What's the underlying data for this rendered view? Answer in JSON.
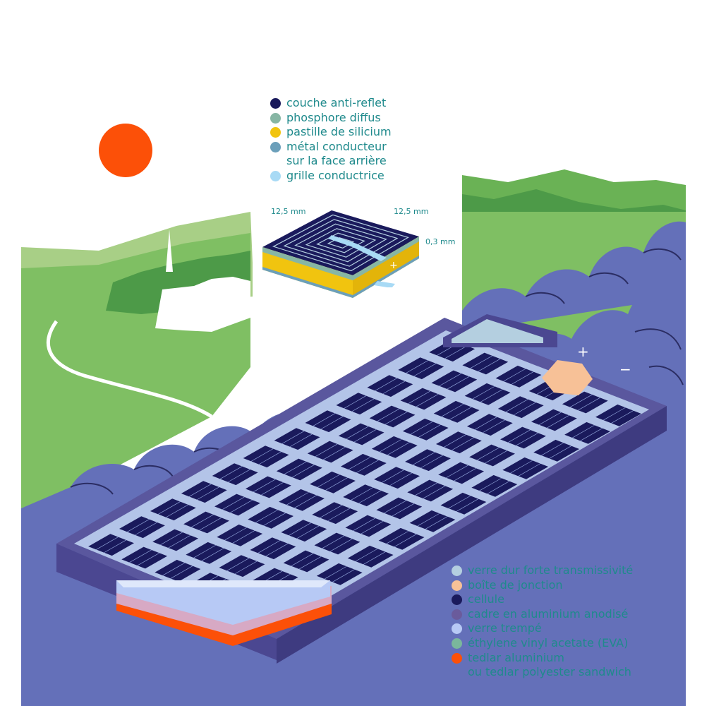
{
  "colors": {
    "sun": "#fc5008",
    "field": "#7fbf63",
    "field_light": "#a8cf86",
    "forest": "#5aa34e",
    "hedge": "#6470b9",
    "frame_dark": "#4b4791",
    "frame_side": "#5a579e",
    "frame_top": "#6a69ac",
    "glass_rim": "#b3c4e8",
    "cell": "#1a1a5c",
    "junction_box": "#f7c197",
    "text_teal": "#1f8a8c"
  },
  "cell_detail": {
    "dim_width": "12,5 mm",
    "dim_depth": "12,5 mm",
    "dim_thickness": "0,3 mm",
    "plus_sign": "+",
    "minus_sign": "−"
  },
  "panel": {
    "plus_sign": "+",
    "minus_sign": "−"
  },
  "legend_cell": [
    {
      "label": "couche anti-reflet",
      "color": "#1a1a5c"
    },
    {
      "label": "phosphore diffus",
      "color": "#87b6a4"
    },
    {
      "label": "pastille de silicium",
      "color": "#f1c40f"
    },
    {
      "label": "métal conducteur",
      "label2": "sur la face arrière",
      "color": "#6b9fba"
    },
    {
      "label": "grille conductrice",
      "color": "#a8daf5"
    }
  ],
  "legend_module": [
    {
      "label": "verre dur forte transmissivité",
      "color": "#b4cfe0"
    },
    {
      "label": "boîte de jonction",
      "color": "#f7c197"
    },
    {
      "label": "cellule",
      "color": "#1a1a5c"
    },
    {
      "label": "cadre en aluminium anodisé",
      "color": "#6a5b9c"
    },
    {
      "label": "verre trempé",
      "color": "#b7c9f5"
    },
    {
      "label": "éthylene vinyl acetate (EVA)",
      "color": "#7ab79c"
    },
    {
      "label": "tedlar aluminium",
      "label2": "ou tedlar polyester sandwich",
      "color": "#fc5008"
    }
  ]
}
